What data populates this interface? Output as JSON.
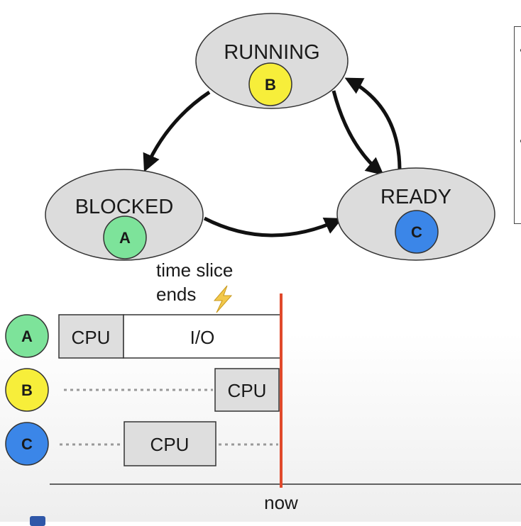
{
  "states": {
    "running": {
      "label": "RUNNING",
      "token": "B",
      "token_color": "#f7ee3a"
    },
    "blocked": {
      "label": "BLOCKED",
      "token": "A",
      "token_color": "#7de39a"
    },
    "ready": {
      "label": "READY",
      "token": "C",
      "token_color": "#3b86e8"
    }
  },
  "annotation": {
    "line1": "time slice",
    "line2": "ends"
  },
  "timeline": {
    "rows": [
      {
        "token": "A",
        "color": "#7de39a",
        "segments": [
          {
            "label": "CPU"
          },
          {
            "label": "I/O"
          }
        ]
      },
      {
        "token": "B",
        "color": "#f7ee3a",
        "segments": [
          {
            "label": "CPU"
          }
        ]
      },
      {
        "token": "C",
        "color": "#3b86e8",
        "segments": [
          {
            "label": "CPU"
          }
        ]
      }
    ],
    "now_label": "now",
    "now_color": "#e0492b"
  },
  "colors": {
    "state_fill": "#dcdcdc",
    "block_fill": "#dedede",
    "lightning": "#f2c84b"
  }
}
